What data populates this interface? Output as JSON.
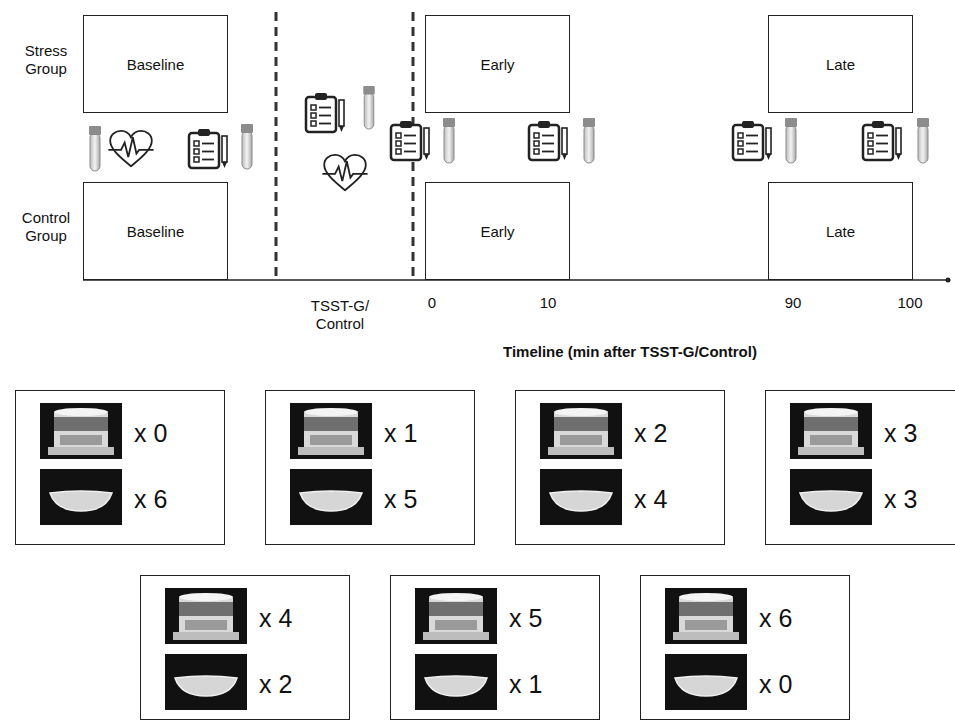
{
  "diagram": {
    "nodes": [
      {
        "text": [
          "Baseline"
        ]
      },
      {
        "text": [
          "Early"
        ]
      },
      {
        "text": [
          "Late"
        ]
      },
      {
        "text": [
          "Baseline"
        ]
      },
      {
        "text": [
          "Early"
        ]
      },
      {
        "text": [
          "Late"
        ]
      },
      {
        "text": [
          "x 0",
          "x 6"
        ]
      },
      {
        "text": [
          "x 1",
          "x 5"
        ]
      },
      {
        "text": [
          "x 2",
          "x 4"
        ]
      },
      {
        "text": [
          "x 3",
          "x 3"
        ]
      },
      {
        "text": [
          "x 4",
          "x 2"
        ]
      },
      {
        "text": [
          "x 5",
          "x 1"
        ]
      },
      {
        "text": [
          "x 6",
          "x 0"
        ]
      }
    ],
    "labels": [
      "Stress Group",
      "Control Group",
      "TSST-G/ Control",
      "0",
      "10",
      "90",
      "100",
      "Timeline (min after TSST-G/Control)"
    ]
  }
}
